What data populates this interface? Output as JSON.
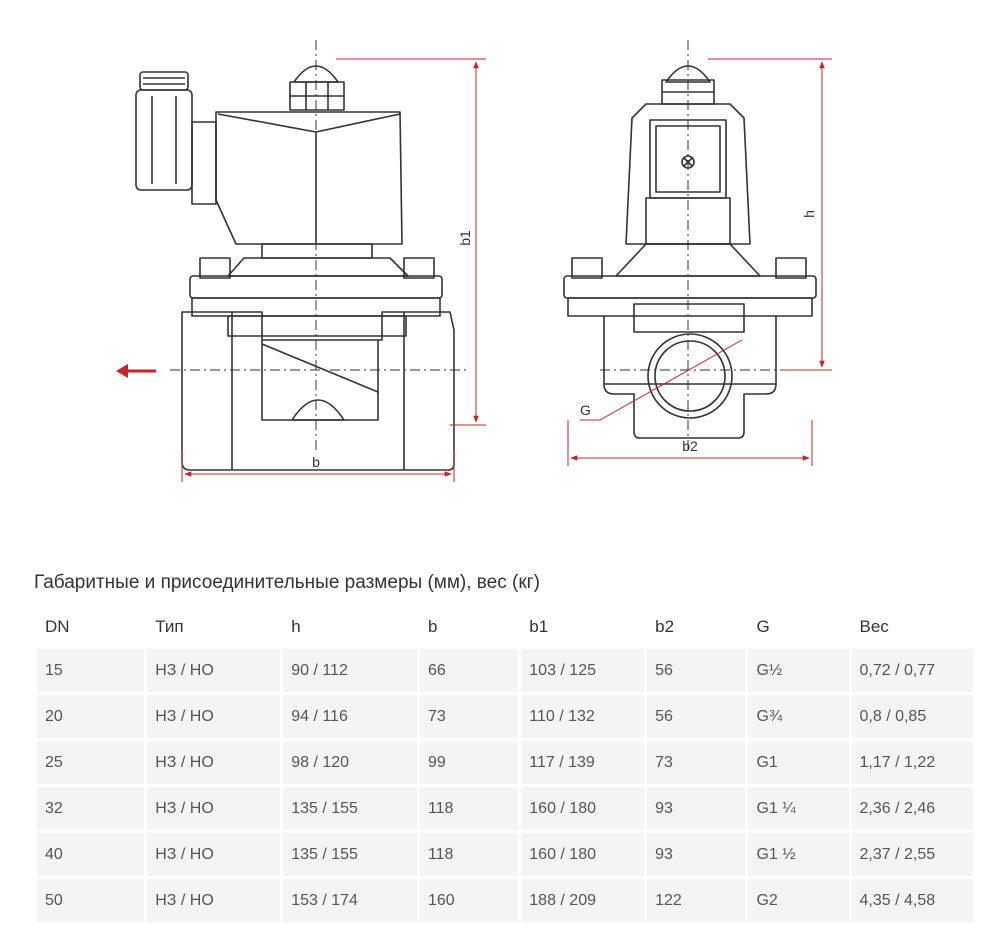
{
  "drawing": {
    "labels": {
      "b": "b",
      "b1": "b1",
      "h": "h",
      "b2": "b2",
      "G": "G"
    },
    "colors": {
      "line": "#333333",
      "dimension": "#c2252c",
      "arrow": "#c2252c"
    }
  },
  "table": {
    "caption": "Габаритные и присоединительные размеры (мм), вес (кг)",
    "headers": [
      "DN",
      "Тип",
      "h",
      "b",
      "b1",
      "b2",
      "G",
      "Вес"
    ],
    "rows": [
      [
        "15",
        "НЗ / НО",
        "90 / 112",
        "66",
        "103 / 125",
        "56",
        "G½",
        "0,72 / 0,77"
      ],
      [
        "20",
        "НЗ / НО",
        "94 / 116",
        "73",
        "110 / 132",
        "56",
        "G¾",
        "0,8 / 0,85"
      ],
      [
        "25",
        "НЗ / НО",
        "98 / 120",
        "99",
        "117 / 139",
        "73",
        "G1",
        "1,17 / 1,22"
      ],
      [
        "32",
        "НЗ / НО",
        "135 / 155",
        "118",
        "160 / 180",
        "93",
        "G1 ¼",
        "2,36 / 2,46"
      ],
      [
        "40",
        "НЗ / НО",
        "135 / 155",
        "118",
        "160 / 180",
        "93",
        "G1 ½",
        "2,37 / 2,55"
      ],
      [
        "50",
        "НЗ / НО",
        "153 / 174",
        "160",
        "188 / 209",
        "122",
        "G2",
        "4,35 / 4,58"
      ]
    ]
  }
}
